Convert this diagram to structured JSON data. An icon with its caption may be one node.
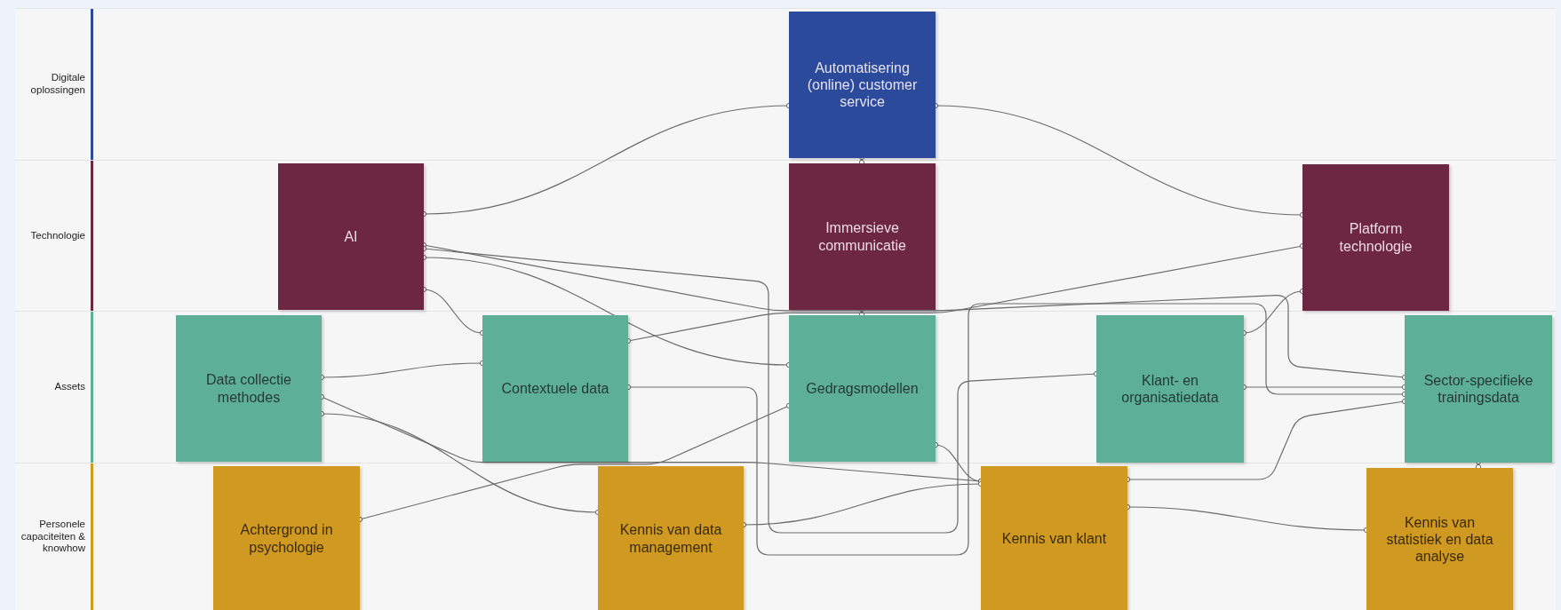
{
  "diagram": {
    "nodes": [
      {
        "text": [
          "Digitale oplossingen"
        ]
      },
      {
        "text": [
          "Automatisering (online) customer service"
        ],
        "in": 0
      },
      {
        "text": [
          "Technologie"
        ]
      },
      {
        "text": [
          "AI"
        ],
        "in": 2
      },
      {
        "text": [
          "Immersieve communicatie"
        ],
        "in": 2
      },
      {
        "text": [
          "Platform technologie"
        ],
        "in": 2
      },
      {
        "text": [
          "Assets"
        ]
      },
      {
        "text": [
          "Data collectie methodes"
        ],
        "in": 6
      },
      {
        "text": [
          "Contextuele data"
        ],
        "in": 6
      },
      {
        "text": [
          "Gedragsmodellen"
        ],
        "in": 6
      },
      {
        "text": [
          "Klant- en organisatiedata"
        ],
        "in": 6
      },
      {
        "text": [
          "Sector-specifieke trainingsdata"
        ],
        "in": 6
      },
      {
        "text": [
          "Personele capaciteiten & knowhow"
        ]
      },
      {
        "text": [
          "Achtergrond in psychologie"
        ],
        "in": 12
      },
      {
        "text": [
          "Kennis van data management"
        ],
        "in": 12
      },
      {
        "text": [
          "Kennis van klant"
        ],
        "in": 12
      },
      {
        "text": [
          "Kennis van statistiek en data analyse"
        ],
        "in": 12
      }
    ],
    "edges": [
      {
        "from": 3,
        "to": 1,
        "arrow": "other"
      },
      {
        "from": 1,
        "to": 5,
        "arrow": "other"
      },
      {
        "from": 1,
        "to": 4,
        "arrow": "other"
      },
      {
        "from": 4,
        "to": 9,
        "arrow": "other"
      },
      {
        "from": 3,
        "to": 11,
        "arrow": "other"
      },
      {
        "from": 3,
        "to": 10,
        "arrow": "other"
      },
      {
        "from": 3,
        "to": 9,
        "arrow": "other"
      },
      {
        "from": 3,
        "to": 8,
        "arrow": "other"
      },
      {
        "from": 5,
        "to": 8,
        "arrow": "other"
      },
      {
        "from": 5,
        "to": 10,
        "arrow": "other"
      },
      {
        "from": 7,
        "to": 8,
        "arrow": "other"
      },
      {
        "from": 7,
        "to": 15,
        "arrow": "other"
      },
      {
        "from": 7,
        "to": 14,
        "arrow": "other"
      },
      {
        "from": 13,
        "to": 9,
        "arrow": "other"
      },
      {
        "from": 8,
        "to": 11,
        "arrow": "other"
      },
      {
        "from": 10,
        "to": 11,
        "arrow": "other"
      },
      {
        "from": 9,
        "to": 15,
        "arrow": "other"
      },
      {
        "from": 14,
        "to": 15,
        "arrow": "other"
      },
      {
        "from": 15,
        "to": 11,
        "arrow": "other"
      },
      {
        "from": 15,
        "to": 16,
        "arrow": "other"
      },
      {
        "from": 11,
        "to": 16,
        "arrow": "other"
      }
    ]
  }
}
